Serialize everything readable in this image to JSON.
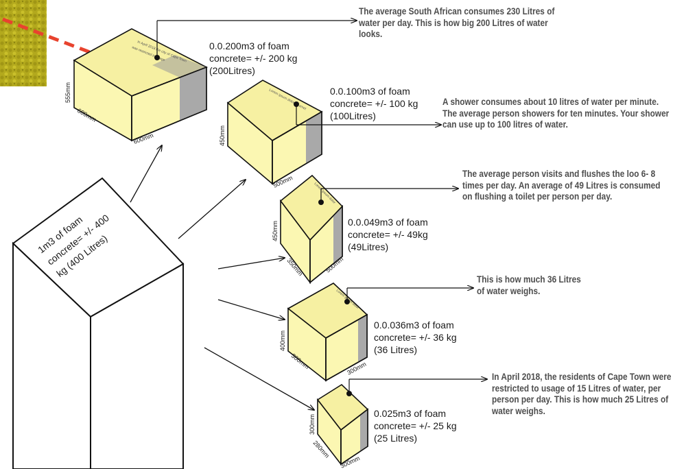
{
  "main_block": {
    "line1": "1m3 of foam",
    "line2": "concrete= +/- 400",
    "line3": "kg (400 Litres)"
  },
  "blocks": [
    {
      "spec": [
        "0.0.200m3 of foam",
        "concrete= +/- 200 kg",
        "(200Litres)"
      ],
      "dims": [
        "555mm",
        "600mm",
        "600mm"
      ],
      "note": "The average South African consumes 230 Litres of water per day. This is how big 200 Litres of water looks."
    },
    {
      "spec": [
        "0.0.100m3 of foam",
        "concrete= +/- 100 kg",
        "(100Litres)"
      ],
      "dims": [
        "450mm",
        "500mm"
      ],
      "note": "A shower consumes about 10 litres of water per minute. The average person showers for ten minutes. Your shower can use up to 100 litres of water."
    },
    {
      "spec": [
        "0.0.049m3 of foam",
        "concrete= +/- 49kg",
        "(49Litres)"
      ],
      "dims": [
        "450mm",
        "350mm",
        "500mm"
      ],
      "note": "The average person visits and flushes the loo 6- 8 times per day. An average of 49 Litres is consumed on flushing a toilet per person per day."
    },
    {
      "spec": [
        "0.0.036m3 of foam",
        "concrete= +/- 36 kg",
        "(36 Litres)"
      ],
      "dims": [
        "400mm",
        "300mm",
        "300mm"
      ],
      "note": "This is how much 36 Litres of water weighs."
    },
    {
      "spec": [
        "0.025m3 of foam",
        "concrete= +/- 25 kg",
        "(25 Litres)"
      ],
      "dims": [
        "300mm",
        "280mm",
        "300mm"
      ],
      "note": "In April 2018, the residents of Cape Town were restricted to usage of 15 Litres of water, per person per day. This is how much 25 Litres of water weighs."
    }
  ],
  "colors": {
    "foam_front": "#fbf7b2",
    "foam_top": "#f6f0a2",
    "side_grey": "#a9a9a9",
    "arrow_red": "#e8432e",
    "map_green": "#b6ac1e",
    "note_text": "#4d4d4d"
  }
}
